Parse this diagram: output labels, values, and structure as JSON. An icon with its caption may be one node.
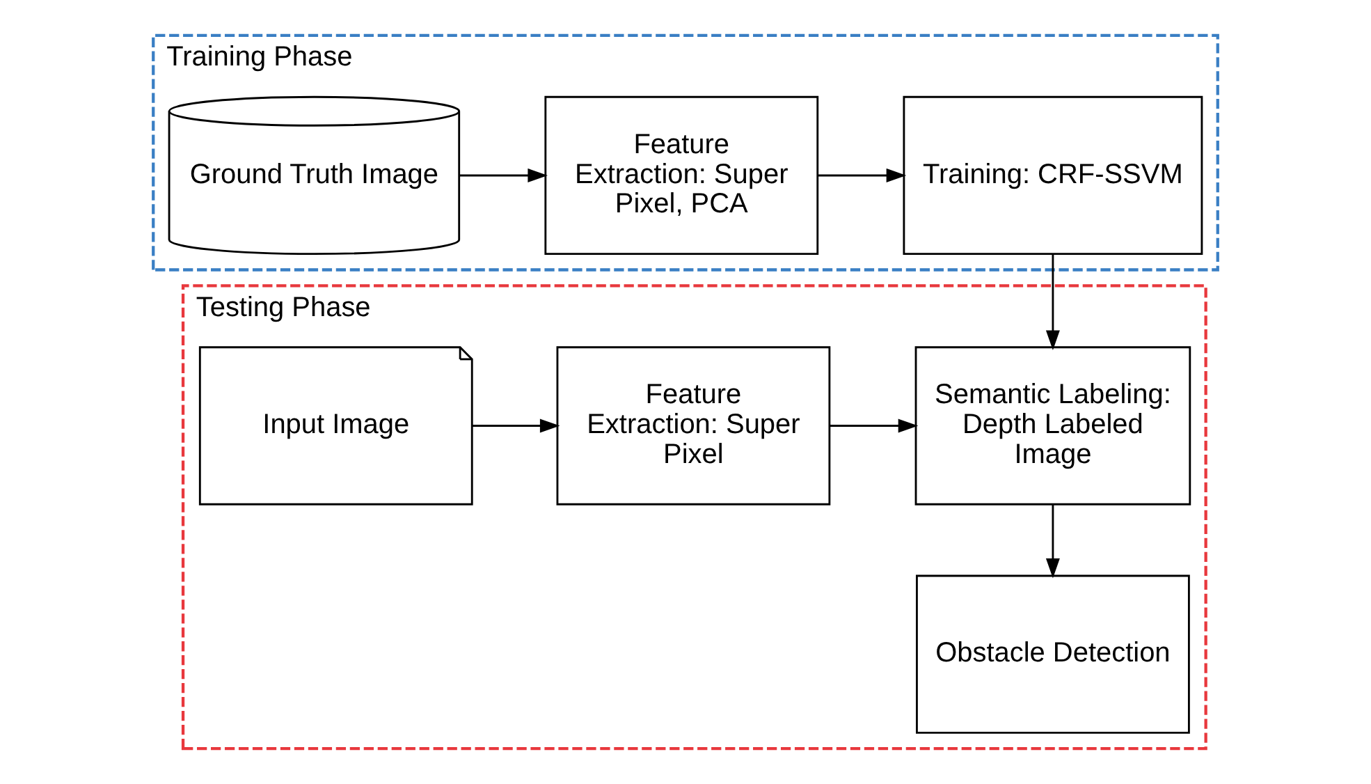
{
  "diagram": {
    "nodes": [
      {
        "text": [
          "Training Phase"
        ]
      },
      {
        "text": [
          "Ground Truth Image"
        ],
        "in": 0
      },
      {
        "text": [
          "Feature Extraction: Super Pixel, PCA"
        ],
        "in": 0
      },
      {
        "text": [
          "Training: CRF-SSVM"
        ],
        "in": 0
      },
      {
        "text": [
          "Testing Phase"
        ]
      },
      {
        "text": [
          "Input Image"
        ],
        "in": 4
      },
      {
        "text": [
          "Feature Extraction: Super Pixel"
        ],
        "in": 4
      },
      {
        "text": [
          "Semantic Labeling: Depth Labeled Image"
        ],
        "in": 4
      },
      {
        "text": [
          "Obstacle Detection"
        ],
        "in": 4
      }
    ],
    "edges": [
      {
        "from": 1,
        "to": 2,
        "arrow": "to"
      },
      {
        "from": 2,
        "to": 3,
        "arrow": "to"
      },
      {
        "from": 3,
        "to": 7,
        "arrow": "to"
      },
      {
        "from": 5,
        "to": 6,
        "arrow": "to"
      },
      {
        "from": 6,
        "to": 7,
        "arrow": "to"
      },
      {
        "from": 7,
        "to": 8,
        "arrow": "to"
      }
    ]
  }
}
